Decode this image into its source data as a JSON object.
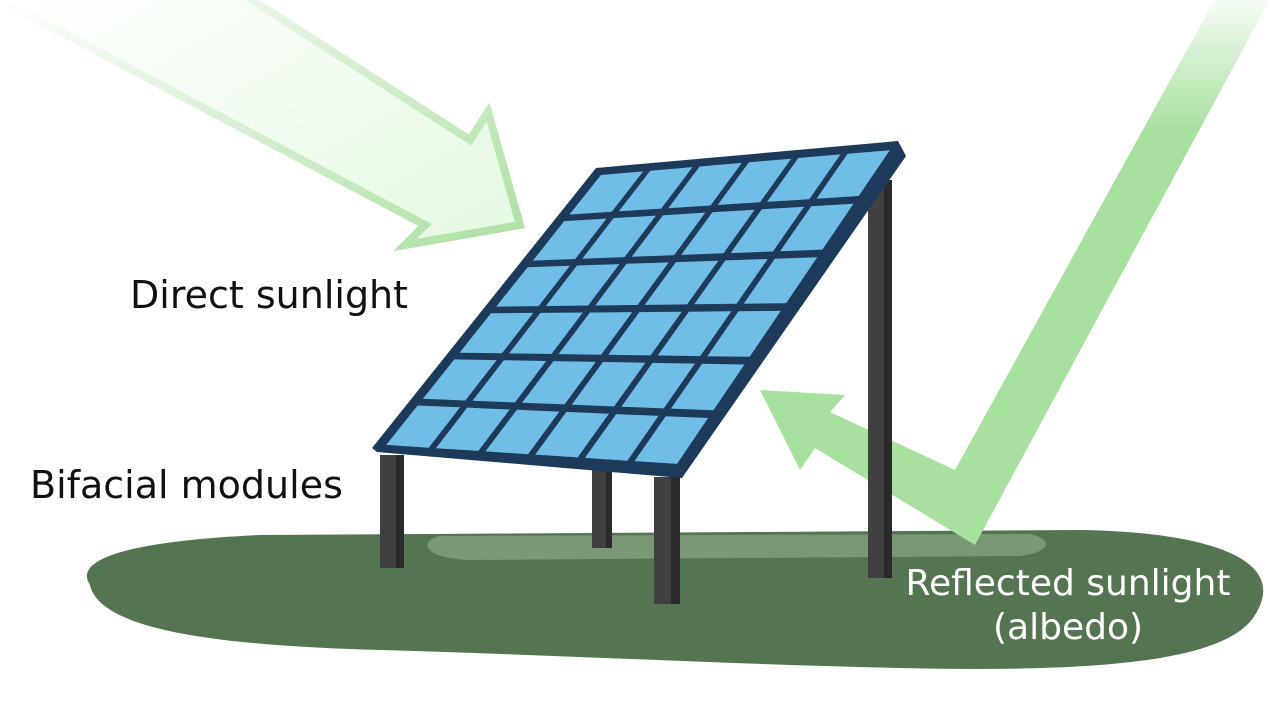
{
  "labels": {
    "direct": "Direct sunlight",
    "bifacial": "Bifacial modules",
    "reflected_line1": "Reflected sunlight",
    "reflected_line2": "(albedo)"
  },
  "colors": {
    "ground": "#557552",
    "ground_highlight": "#7a9776",
    "arrow_fill_light": "#e6f9e3",
    "arrow_stroke": "#b2e2a8",
    "arrow_solid": "#a8e0a0",
    "panel_cell": "#70bde8",
    "panel_frame": "#1d3a5a",
    "post": "#404040",
    "post_shade": "#2a2a2a"
  },
  "panel": {
    "rows": 6,
    "columns": 6
  },
  "icons": [
    "direct-sunlight-arrow-icon",
    "reflected-sunlight-arrow-icon",
    "solar-panel-icon"
  ]
}
